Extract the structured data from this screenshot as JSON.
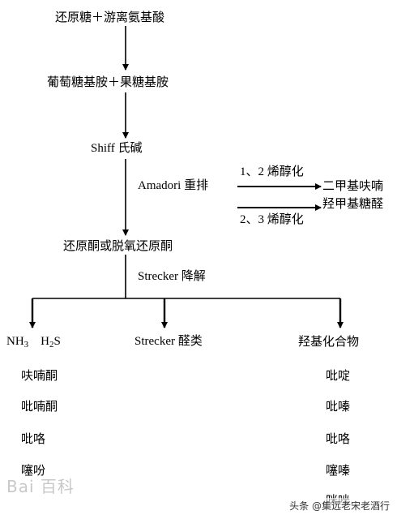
{
  "diagram": {
    "step1": "还原糖＋游离氨基酸",
    "step2": "葡萄糖基胺＋果糖基胺",
    "step3": "Shiff 氏碱",
    "amadori_label": "Amadori 重排",
    "enol12_label": "1、2 烯醇化",
    "enol23_label": "2、3 烯醇化",
    "product_a": "二甲基呋喃",
    "product_b": "羟甲基糖醛",
    "step4": "还原酮或脱氧还原酮",
    "strecker_label": "Strecker 降解",
    "branches": {
      "left": {
        "header_nh": "NH",
        "header_nh_sub": "3",
        "header_h": "H",
        "header_h_sub": "2",
        "header_s": "S",
        "items": [
          "呋喃酮",
          "吡喃酮",
          "吡咯",
          "噻吩"
        ]
      },
      "middle": {
        "header": "Strecker 醛类"
      },
      "right": {
        "header": "羟基化合物",
        "items": [
          "吡啶",
          "吡嗪",
          "吡咯",
          "噻嗪",
          "咪唑"
        ]
      }
    }
  },
  "watermarks": {
    "logo": "Bai 百科",
    "corner": "头条 @集远老宋老酒行"
  }
}
